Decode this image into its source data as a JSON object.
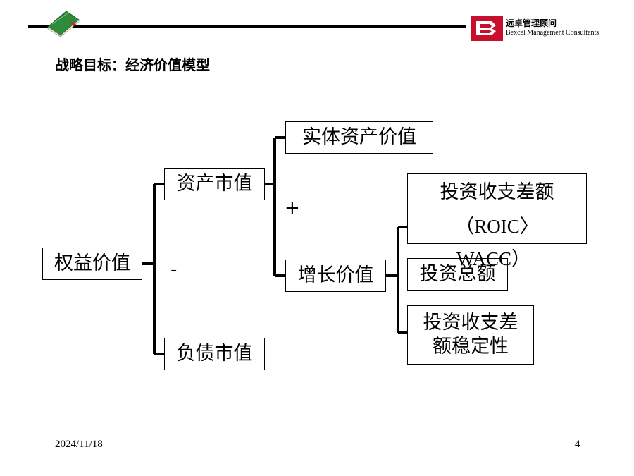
{
  "header": {
    "logo_cn": "远卓管理顾问",
    "logo_en": "Bexcel Management Consultants",
    "brand_color": "#c8102e"
  },
  "title": "战略目标：经济价值模型",
  "diagram": {
    "equity_value": "权益价值",
    "asset_market_value": "资产市值",
    "debt_market_value": "负债市值",
    "entity_asset_value": "实体资产价值",
    "growth_value": "增长价值",
    "spread_line1": "投资收支差额",
    "spread_line2": "（ROIC〉",
    "spread_overflow": "WACC）",
    "investment_total": "投资总额",
    "stability_line1": "投资收支差",
    "stability_line2": "额稳定性",
    "op_plus": "+",
    "op_minus": "-"
  },
  "footer": {
    "date": "2024/11/18",
    "page": "4"
  }
}
